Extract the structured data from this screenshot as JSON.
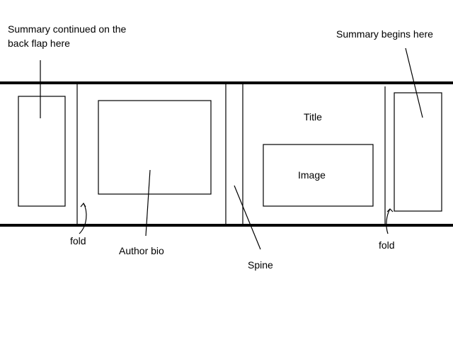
{
  "labels": {
    "summary_continued": "Summary continued on the back flap here",
    "summary_begins": "Summary begins here",
    "title": "Title",
    "image": "Image",
    "fold_left": "fold",
    "fold_right": "fold",
    "author_bio": "Author bio",
    "spine": "Spine"
  },
  "colors": {
    "stroke": "#000000",
    "background": "#ffffff"
  }
}
